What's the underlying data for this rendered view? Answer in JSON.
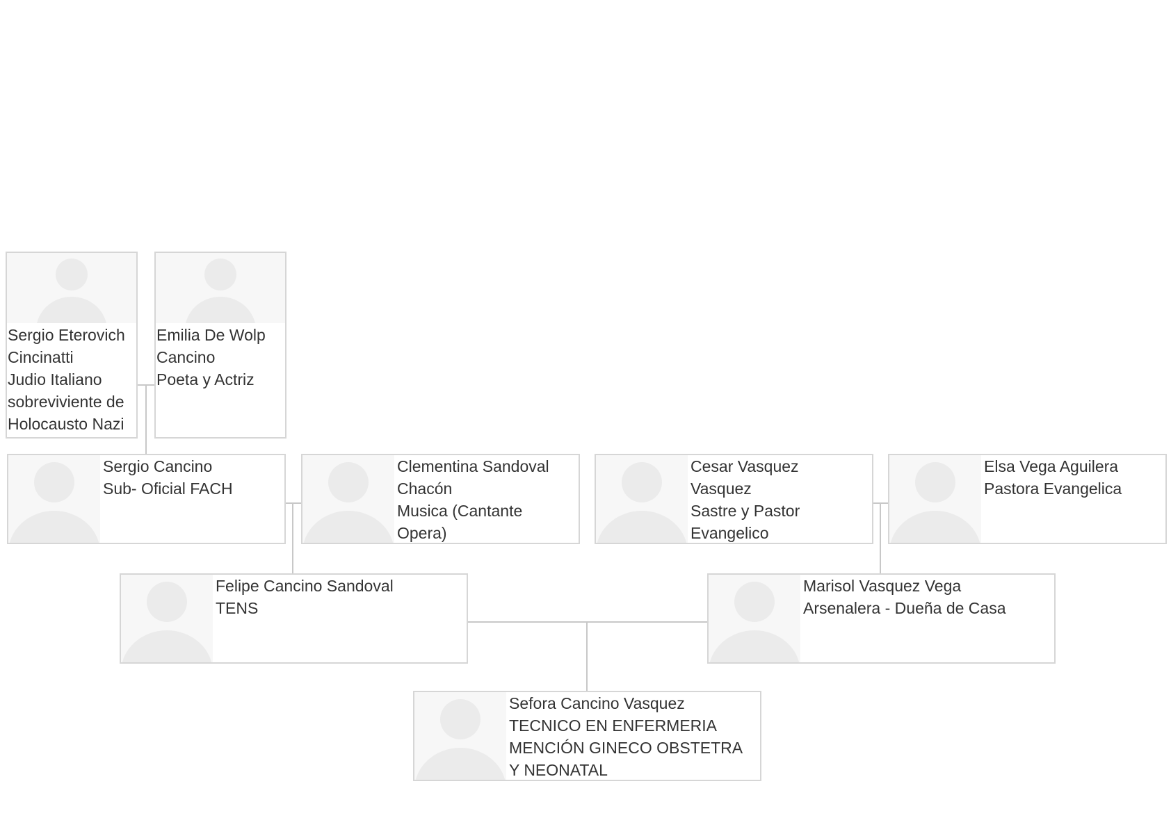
{
  "people": {
    "sergio_eterovich": {
      "lines": [
        "Sergio Eterovich",
        "Cincinatti",
        "Judio Italiano",
        "sobreviviente de",
        "Holocausto Nazi"
      ]
    },
    "emilia_de_wolp": {
      "lines": [
        "Emilia De Wolp",
        "Cancino",
        "Poeta y Actriz"
      ]
    },
    "sergio_cancino": {
      "lines": [
        "Sergio Cancino",
        "Sub- Oficial FACH"
      ]
    },
    "clementina_sandoval": {
      "lines": [
        "Clementina Sandoval",
        "Chacón",
        "Musica (Cantante",
        "Opera)"
      ]
    },
    "cesar_vasquez": {
      "lines": [
        "Cesar Vasquez",
        "Vasquez",
        "Sastre y Pastor",
        "Evangelico"
      ]
    },
    "elsa_vega": {
      "lines": [
        "Elsa Vega Aguilera",
        "Pastora Evangelica"
      ]
    },
    "felipe_cancino": {
      "lines": [
        "Felipe Cancino Sandoval",
        "TENS"
      ]
    },
    "marisol_vasquez": {
      "lines": [
        "Marisol Vasquez Vega",
        "Arsenalera - Dueña de Casa"
      ]
    },
    "sefora_cancino": {
      "lines": [
        "Sefora Cancino Vasquez",
        "TECNICO EN ENFERMERIA",
        "MENCIÓN GINECO OBSTETRA",
        "Y NEONATAL"
      ]
    }
  },
  "colors": {
    "border": "#d6d6d6",
    "connector": "#c8c8c8",
    "avatar_bg": "#f7f7f7",
    "avatar_fg": "#ebebeb",
    "text": "#333333"
  },
  "icon": "person-placeholder-icon"
}
